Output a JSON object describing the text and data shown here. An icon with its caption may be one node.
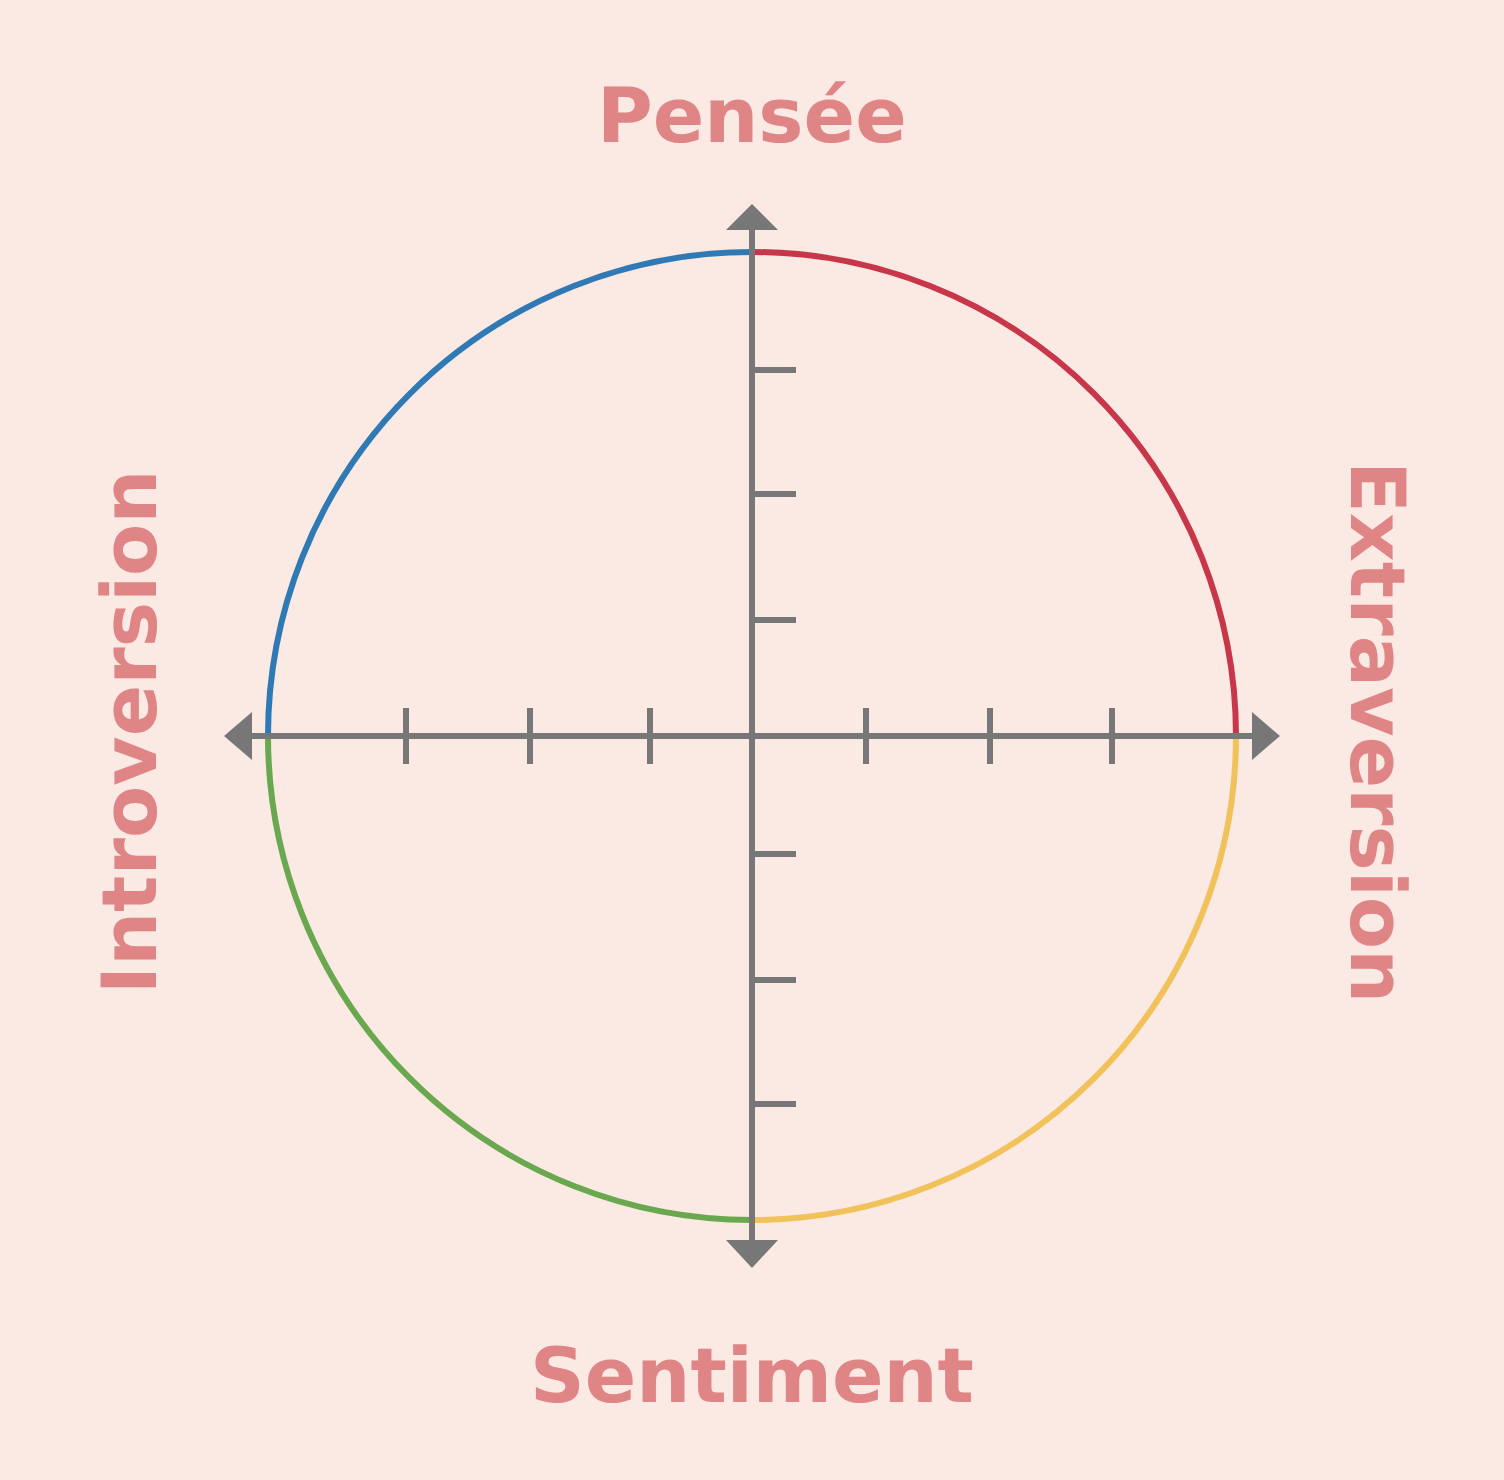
{
  "diagram": {
    "labels": [
      "Pensée",
      "Introversion",
      "Extraversion",
      "Sentiment"
    ]
  }
}
